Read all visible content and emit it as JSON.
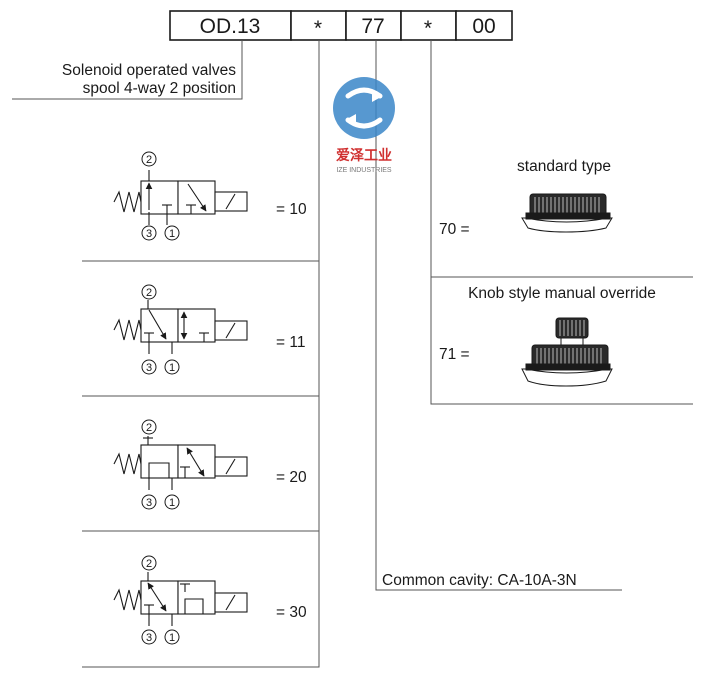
{
  "code_boxes": [
    "OD.13",
    "*",
    "77",
    "*",
    "00"
  ],
  "family_description": {
    "line1": "Solenoid operated valves",
    "line2": "spool 4-way 2 position"
  },
  "watermark": {
    "company": "爱泽工业",
    "company_en": "IZE INDUSTRIES",
    "logo_color": "#3a86c8"
  },
  "spool_options": [
    {
      "code": "= 10",
      "port_top": "2",
      "port_left": "3",
      "port_right": "1"
    },
    {
      "code": "= 11",
      "port_top": "2",
      "port_left": "3",
      "port_right": "1"
    },
    {
      "code": "= 20",
      "port_top": "2",
      "port_left": "3",
      "port_right": "1"
    },
    {
      "code": "= 30",
      "port_top": "2",
      "port_left": "3",
      "port_right": "1"
    }
  ],
  "override_options": [
    {
      "title": "standard type",
      "code": "70 ="
    },
    {
      "title": "Knob style manual override",
      "code": "71 ="
    }
  ],
  "cavity": {
    "label": "Common cavity: CA-10A-3N"
  },
  "colors": {
    "line": "#1a1a1a",
    "divider": "#555555"
  }
}
